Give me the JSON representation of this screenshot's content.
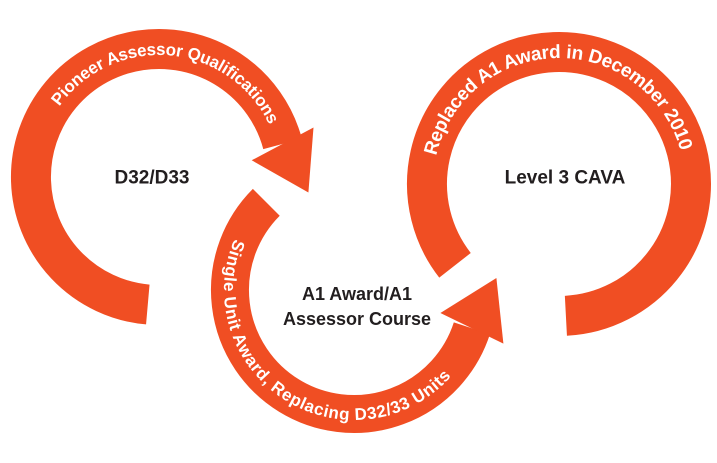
{
  "diagram": {
    "background_color": "#ffffff",
    "accent_color": "#f04e23",
    "curved_label_color": "#ffffff",
    "center_label_color": "#221e1f",
    "rings": {
      "left": {
        "curved_label": "Pioneer Assessor Qualifications",
        "center_label": "D32/D33"
      },
      "middle": {
        "curved_label": "Single Unit Award, Replacing D32/33 Units",
        "center_label_line1": "A1 Award/A1",
        "center_label_line2": "Assessor Course"
      },
      "right": {
        "curved_label": "Replaced A1 Award in December 2010",
        "center_label": "Level 3 CAVA"
      }
    }
  }
}
